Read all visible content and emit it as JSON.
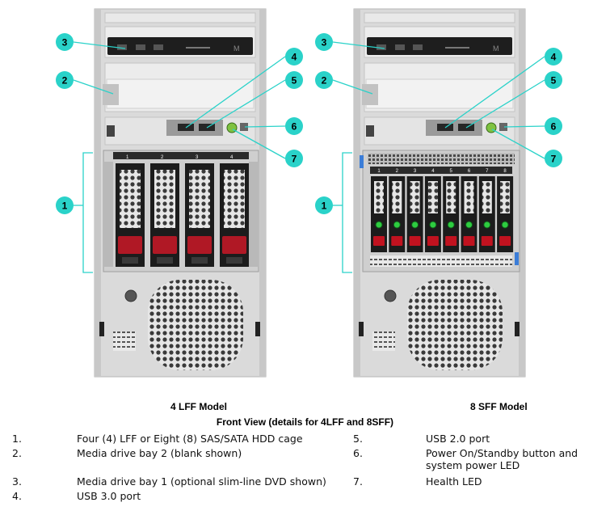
{
  "models": {
    "left": "4 LFF Model",
    "right": "8 SFF Model"
  },
  "caption": "Front View (details for 4LFF and 8SFF)",
  "callouts": [
    "1",
    "2",
    "3",
    "4",
    "5",
    "6",
    "7"
  ],
  "lff_bay_numbers": [
    "1",
    "2",
    "3",
    "4"
  ],
  "sff_bay_numbers": [
    "1",
    "2",
    "3",
    "4",
    "5",
    "6",
    "7",
    "8"
  ],
  "dvd_logo": "M",
  "legend": [
    {
      "num": "1.",
      "text": "Four (4) LFF or Eight (8) SAS/SATA HDD cage"
    },
    {
      "num": "2.",
      "text": "Media drive bay 2 (blank shown)"
    },
    {
      "num": "3.",
      "text": "Media drive bay 1 (optional slim-line DVD shown)"
    },
    {
      "num": "4.",
      "text": "USB 3.0 port"
    },
    {
      "num": "5.",
      "text": "USB 2.0 port"
    },
    {
      "num": "6.",
      "text": "Power On/Standby button and system power LED"
    },
    {
      "num": "7.",
      "text": "Health LED"
    }
  ],
  "colors": {
    "callout": "#2ad2c9",
    "chassis": "#d7d7d7",
    "bezel": "#1e1e1e",
    "drive_latch": "#c1121f",
    "sff_led": "#2ecc40"
  }
}
